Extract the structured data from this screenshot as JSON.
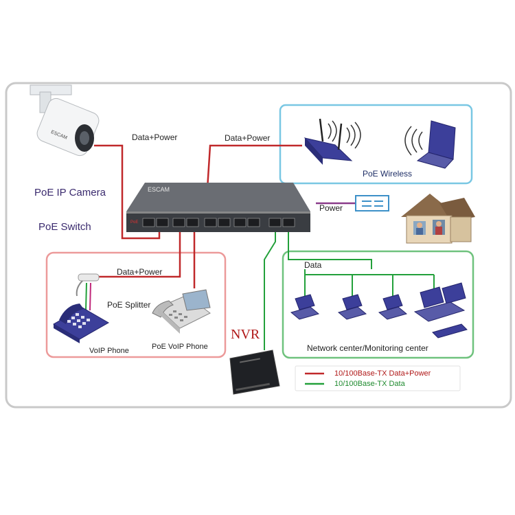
{
  "labels": {
    "poe_ip_camera": "PoE IP Camera",
    "poe_switch": "PoE Switch",
    "data_power_camera": "Data+Power",
    "data_power_wireless": "Data+Power",
    "data_power_splitter": "Data+Power",
    "poe_wireless": "PoE Wireless",
    "power": "Power",
    "poe_splitter": "PoE  Splitter",
    "voip_phone": "VoIP Phone",
    "poe_voip_phone": "PoE VoIP Phone",
    "nvr": "NVR",
    "data": "Data",
    "network_center": "Network center/Monitoring center"
  },
  "brand": {
    "switch_logo": "ESCAM",
    "switch_badge": "PoE",
    "camera_logo": "ESCAM"
  },
  "legend": {
    "items": [
      {
        "label": "10/100Base-TX Data+Power",
        "color": "#c0282a"
      },
      {
        "label": "10/100Base-TX Data",
        "color": "#22a03a"
      }
    ]
  },
  "colors": {
    "frame": "#c9c9c9",
    "wireless_box": "#79c7e3",
    "phone_box": "#ec9a9a",
    "network_box": "#6fc27d",
    "data_power_line": "#c0282a",
    "data_line": "#22a03a",
    "power_line": "#8a3a8a",
    "device_blue": "#3c3f9a"
  }
}
